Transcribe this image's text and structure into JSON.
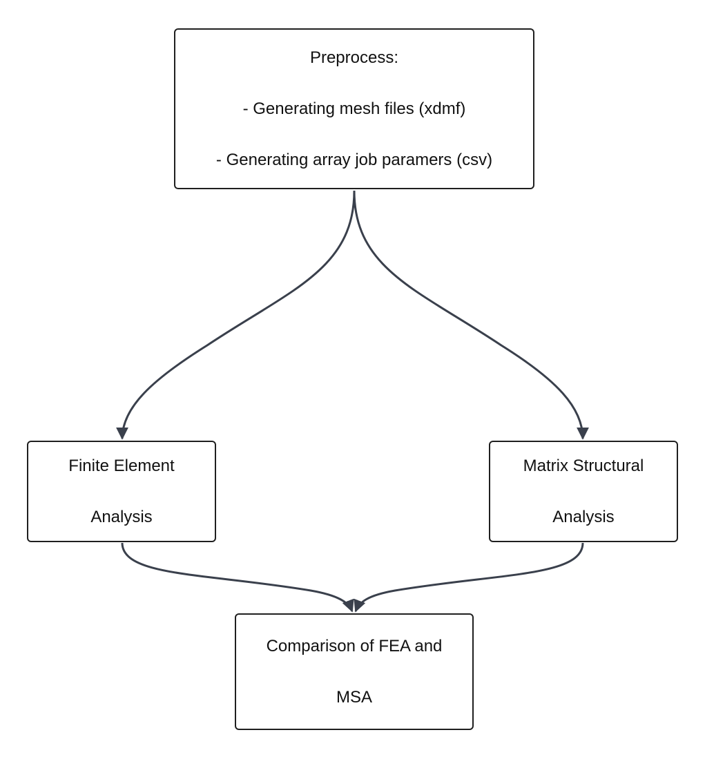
{
  "diagram": {
    "nodes": [
      {
        "id": "preprocess",
        "lines": [
          "Preprocess:",
          "- Generating mesh files (xdmf)",
          "- Generating array job paramers (csv)"
        ]
      },
      {
        "id": "fea",
        "lines": [
          "Finite Element",
          "Analysis"
        ]
      },
      {
        "id": "msa",
        "lines": [
          "Matrix Structural",
          "Analysis"
        ]
      },
      {
        "id": "compare",
        "lines": [
          "Comparison of FEA and",
          "MSA"
        ]
      }
    ],
    "edges": [
      {
        "from": "preprocess",
        "to": "fea"
      },
      {
        "from": "preprocess",
        "to": "msa"
      },
      {
        "from": "fea",
        "to": "compare"
      },
      {
        "from": "msa",
        "to": "compare"
      }
    ],
    "colors": {
      "edge": "#3a404c",
      "border": "#1f1f1f",
      "text": "#111111",
      "background": "#ffffff"
    }
  }
}
